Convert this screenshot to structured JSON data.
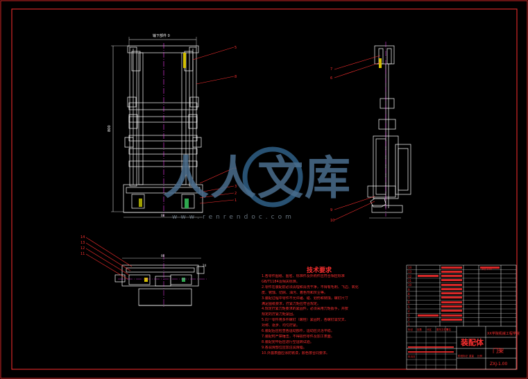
{
  "drawing": {
    "front_view_dim_top": "输下部件 0",
    "front_view_dim_left": "800",
    "front_bottom_dim": "08",
    "plan_bottom_dim": "08",
    "plan_dim_right": "24",
    "front_callouts": [
      "5",
      "8",
      "4",
      "3",
      "2",
      "1"
    ],
    "side_callouts": [
      "7",
      "6",
      "9",
      "10"
    ],
    "plan_callouts": [
      "14",
      "13",
      "12",
      "11"
    ]
  },
  "tech_notes": {
    "title": "技术要求",
    "lines": [
      "1.各零件图纸、图名、标准件及外购件应符合相应标准",
      "GB/T1184及相关标准。",
      "2.零件在装配前必须清理和清洗干净，不得有毛刺、飞边、氧化",
      "皮、锈蚀、切屑、油污、着色剂和灰尘等。",
      "3.装配过程中零件不允许磕、碰、划伤和锈蚀，螺钉尺寸",
      "满足图纸要求，拧紧力矩应符合规定。",
      "4.规定拧紧力矩要求的紧固件，必须采用力矩扳手，并按",
      "规定的拧紧力矩紧固。",
      "5.同一零件用多件螺钉（螺栓）紧固时，各螺钉需交叉、",
      "对称、逐步、均匀拧紧。",
      "6.装配后应检查各运动部件，运动应灵活平稳。",
      "7.装配时严禁锤击，不得损伤零件及加工表面。",
      "8.装配完毕后应进行空运转试验。",
      "9.各润滑部位应加注润滑脂。",
      "10.外露表面应涂防锈漆，颜色按合同要求。"
    ]
  },
  "title_block": {
    "assembly_label": "装配体",
    "drawing_name": "门架",
    "school_name": "XX学院机械工程学院",
    "drawing_no": "ZXJ-1.00",
    "parts_header": "ZXJ-1.00",
    "row_labels": [
      "14",
      "13",
      "12",
      "11",
      "10",
      "9",
      "8",
      "7",
      "6",
      "5",
      "4",
      "3",
      "2",
      "1"
    ],
    "bottom_cells": [
      "标记",
      "处数",
      "分区",
      "更改文件号",
      "签名",
      "年月日"
    ],
    "scale_cells": [
      "阶段标记",
      "重量",
      "比例"
    ]
  },
  "watermark": {
    "chars": "人人文库",
    "url": "www.renrendoc.com"
  }
}
